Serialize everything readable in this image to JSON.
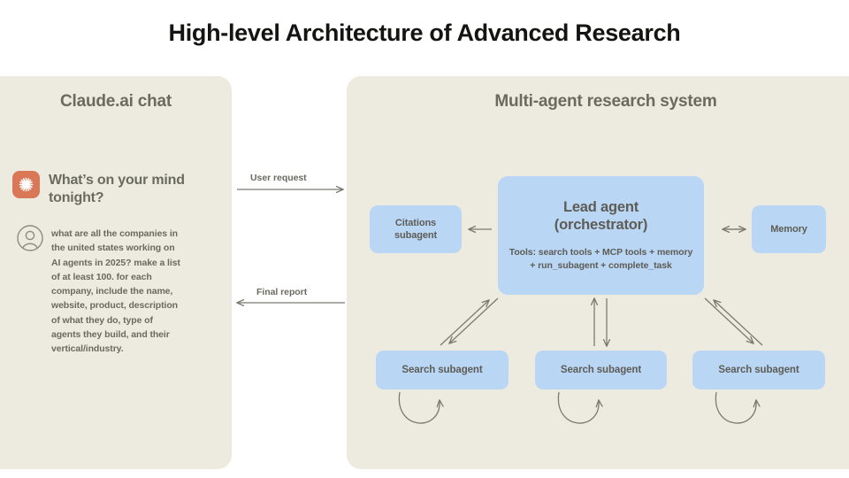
{
  "title": "High-level Architecture of Advanced Research",
  "colors": {
    "page_background": "#ffffff",
    "panel_background": "#edebe0",
    "node_blue": "#bad6f5",
    "claude_orange": "#d97757",
    "text_muted": "#6b6a60",
    "title_text": "#141413",
    "arrow_stroke": "#7a7a70"
  },
  "panels": {
    "chat": {
      "title": "Claude.ai chat",
      "greeting": "What’s on your mind tonight?",
      "user_prompt": "what are all the companies in the united states working on AI agents in 2025? make a list of at least 100. for each company, include the name, website, product, description of what they do, type of agents they build, and their vertical/industry.",
      "claude_logo_icon": "claude-starburst-icon",
      "user_avatar_icon": "user-avatar-icon"
    },
    "system": {
      "title": "Multi-agent research system"
    }
  },
  "connectors": {
    "user_request_label": "User request",
    "final_report_label": "Final report"
  },
  "nodes": {
    "lead_agent": {
      "title": "Lead agent (orchestrator)",
      "title_line_1": "Lead agent",
      "title_line_2": "(orchestrator)",
      "tools": "Tools: search tools + MCP tools + memory + run_subagent + complete_task"
    },
    "citations_subagent": {
      "label": "Citations subagent",
      "line_1": "Citations",
      "line_2": "subagent"
    },
    "memory": {
      "label": "Memory"
    },
    "search_subagents": [
      {
        "label": "Search subagent"
      },
      {
        "label": "Search subagent"
      },
      {
        "label": "Search subagent"
      }
    ]
  }
}
